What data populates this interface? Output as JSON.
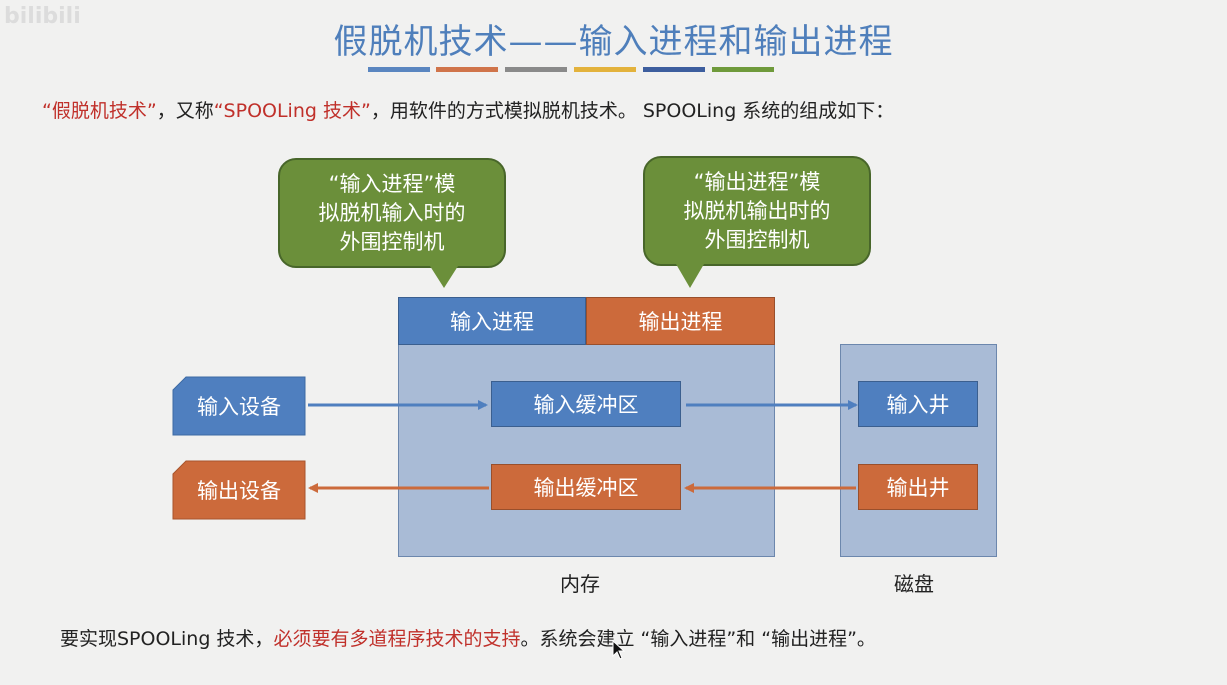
{
  "watermark": "bilibili",
  "title": "假脱机技术——输入进程和输出进程",
  "accent_bars": [
    "#5a86c0",
    "#d0744a",
    "#8a8a8a",
    "#e3b23c",
    "#3d5e9e",
    "#6f9a3b"
  ],
  "subtitle": {
    "part1": "“假脱机技术”",
    "part2": "，又称",
    "part3": "“SPOOLing 技术”",
    "part4": "，用软件的方式模拟脱机技术。 SPOOLing 系统的组成如下："
  },
  "callouts": {
    "input": [
      "“输入进程”模",
      "拟脱机输入时的",
      "外围控制机"
    ],
    "output": [
      "“输出进程”模",
      "拟脱机输出时的",
      "外围控制机"
    ]
  },
  "memory": {
    "input_process": "输入进程",
    "output_process": "输出进程",
    "input_buffer": "输入缓冲区",
    "output_buffer": "输出缓冲区",
    "label": "内存"
  },
  "devices": {
    "input": "输入设备",
    "output": "输出设备"
  },
  "disk": {
    "input_well": "输入井",
    "output_well": "输出井",
    "label": "磁盘"
  },
  "footer": {
    "part1": "要实现SPOOLing 技术，",
    "part2": "必须要有多道程序技术的支持",
    "part3": "。系统会建立 “输入进程”和 “输出进程”。"
  }
}
